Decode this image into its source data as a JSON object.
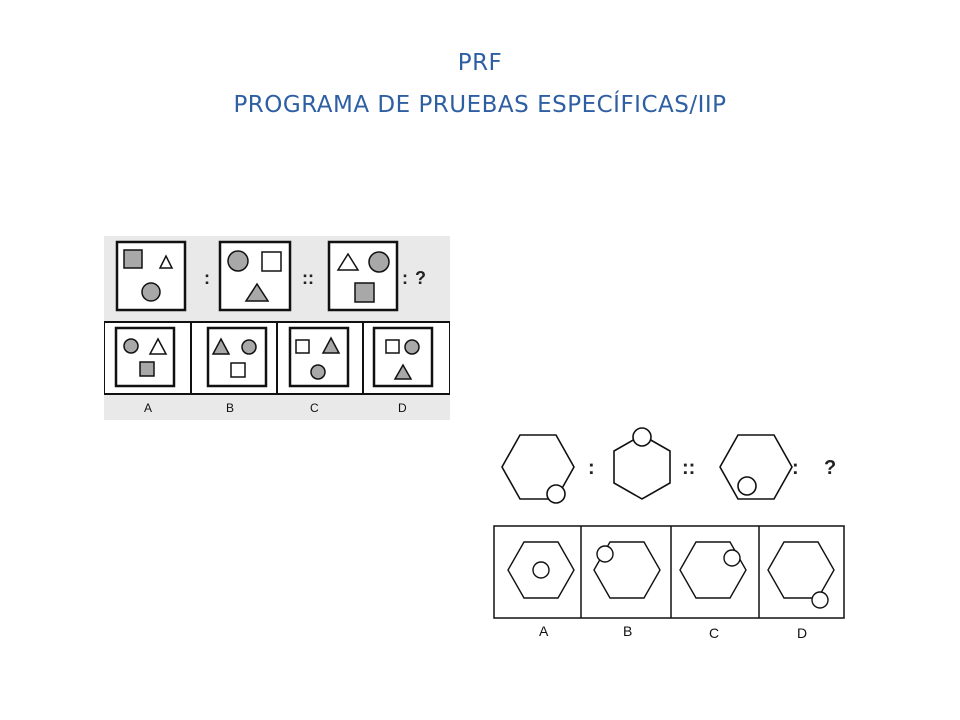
{
  "slide": {
    "title_line1": "PRF",
    "title_line2": "PROGRAMA DE PRUEBAS ESPECÍFICAS/IIP"
  },
  "puzzle1": {
    "analogy_separators": [
      ":",
      "::",
      ":"
    ],
    "question_mark": "?",
    "option_labels": [
      "A",
      "B",
      "C",
      "D"
    ]
  },
  "puzzle2": {
    "analogy_separators": [
      ":",
      "::",
      ":"
    ],
    "question_mark": "?",
    "option_labels": [
      "A",
      "B",
      "C",
      "D"
    ]
  },
  "colors": {
    "title": "#2e5fa3",
    "shape_fill_gray": "#a8a8a8",
    "puzzle_bg": "#e9e9e9"
  }
}
